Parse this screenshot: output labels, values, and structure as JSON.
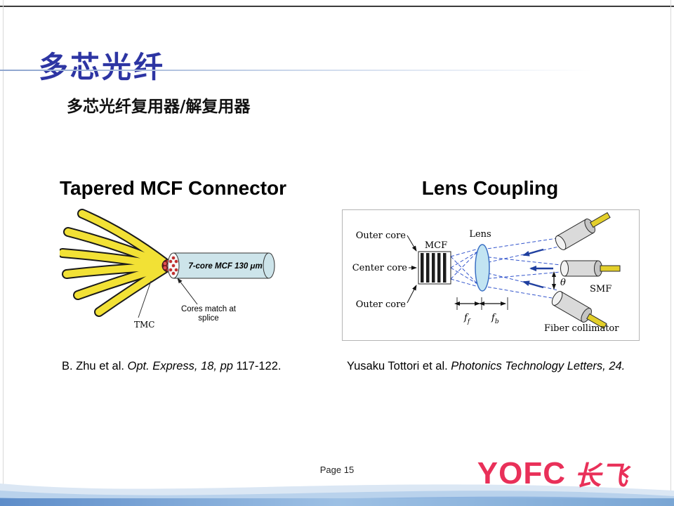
{
  "colors": {
    "title_blue": "#2d35a3",
    "logo_red": "#e93059",
    "fiber_yellow": "#f2e135",
    "beam_blue": "#3355cc"
  },
  "header": {
    "title": "多芯光纤",
    "subtitle": "多芯光纤复用器/解复用器"
  },
  "left_figure": {
    "title": "Tapered MCF Connector",
    "cylinder_label": "7-core MCF 130 μm",
    "tmc_label": "TMC",
    "splice_label_line1": "Cores match at",
    "splice_label_line2": "splice",
    "citation": {
      "normal1": "B. Zhu et al. ",
      "italic": "Opt. Express, 18, pp",
      "normal2": " 117-122."
    }
  },
  "right_figure": {
    "title": "Lens Coupling",
    "outer_core_top": "Outer core",
    "center_core": "Center core",
    "outer_core_bottom": "Outer core",
    "mcf_label": "MCF",
    "lens_label": "Lens",
    "smf_label": "SMF",
    "fiber_collimator_label": "Fiber collimator",
    "theta": "θ",
    "focal_front": {
      "base": "f",
      "sub": "f"
    },
    "focal_back": {
      "base": "f",
      "sub": "b"
    },
    "citation": {
      "normal1": "Yusaku Tottori et al. ",
      "italic": "Photonics Technology Letters, 24."
    }
  },
  "footer": {
    "page_label": "Page",
    "page_number": "15",
    "logo_text": "YOFC",
    "logo_cn": "长飞"
  }
}
